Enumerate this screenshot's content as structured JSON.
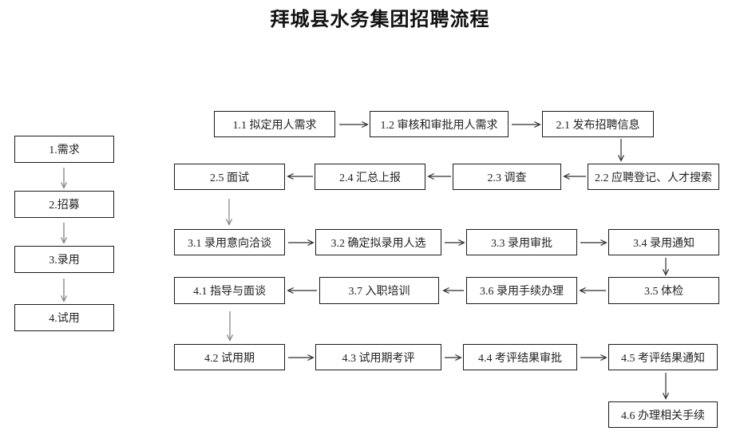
{
  "title": "拜城县水务集团招聘流程",
  "stages": {
    "s1": "1.需求",
    "s2": "2.招募",
    "s3": "3.录用",
    "s4": "4.试用"
  },
  "nodes": {
    "n1_1": "1.1 拟定用人需求",
    "n1_2": "1.2 审核和审批用人需求",
    "n2_1": "2.1 发布招聘信息",
    "n2_2": "2.2 应聘登记、人才搜索",
    "n2_3": "2.3 调查",
    "n2_4": "2.4 汇总上报",
    "n2_5": "2.5 面试",
    "n3_1": "3.1 录用意向洽谈",
    "n3_2": "3.2 确定拟录用人选",
    "n3_3": "3.3 录用审批",
    "n3_4": "3.4 录用通知",
    "n3_5": "3.5 体检",
    "n3_6": "3.6 录用手续办理",
    "n3_7": "3.7 入职培训",
    "n4_1": "4.1 指导与面谈",
    "n4_2": "4.2 试用期",
    "n4_3": "4.3 试用期考评",
    "n4_4": "4.4 考评结果审批",
    "n4_5": "4.5 考评结果通知",
    "n4_6": "4.6 办理相关手续"
  },
  "colors": {
    "arrow_dark": "#2e2e2e",
    "arrow_gray": "#7f7f7f",
    "box_border": "#1a1a1a"
  }
}
